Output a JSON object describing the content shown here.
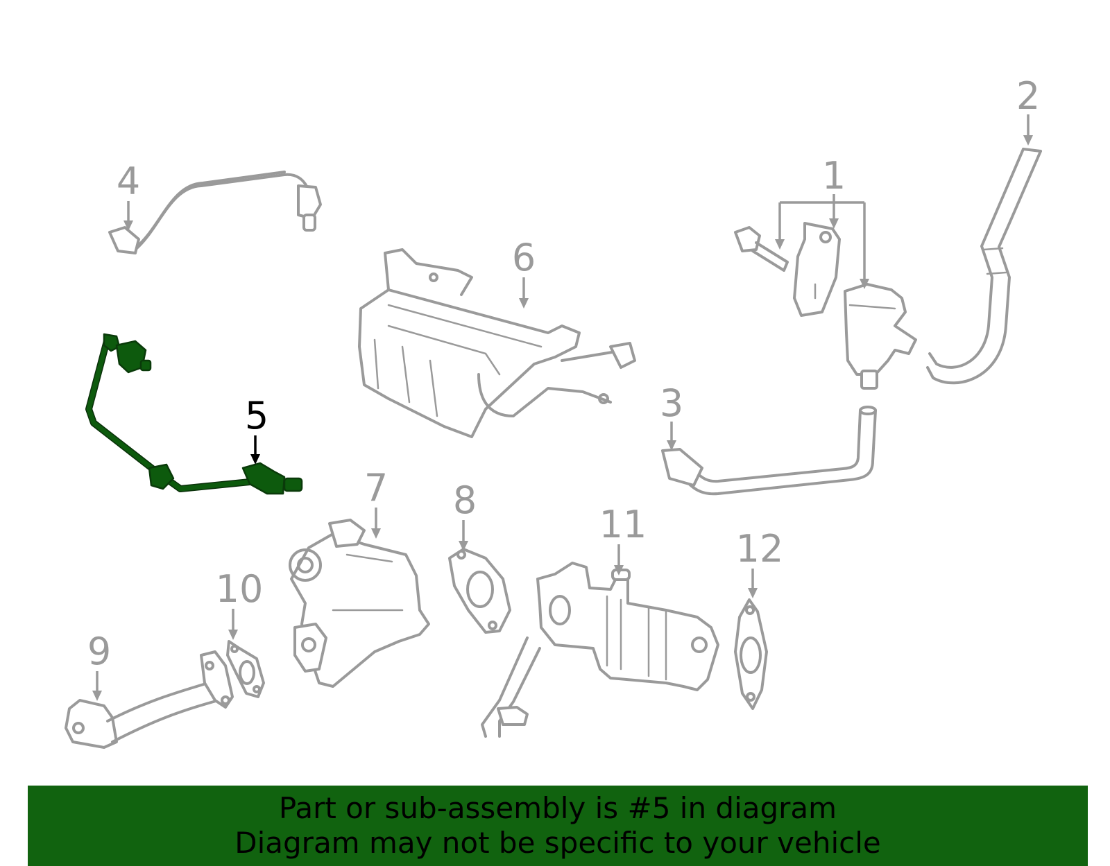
{
  "callouts": {
    "c1": "1",
    "c2": "2",
    "c3": "3",
    "c4": "4",
    "c5": "5",
    "c6": "6",
    "c7": "7",
    "c8": "8",
    "c9": "9",
    "c10": "10",
    "c11": "11",
    "c12": "12"
  },
  "highlighted_part": "5",
  "colors": {
    "highlight": "#0d5a0d",
    "banner": "#11630f",
    "part_lines": "#9a9a9a"
  },
  "banner": {
    "line1": "Part or sub-assembly is #5 in diagram",
    "line2": "Diagram may not be specific to your vehicle"
  }
}
